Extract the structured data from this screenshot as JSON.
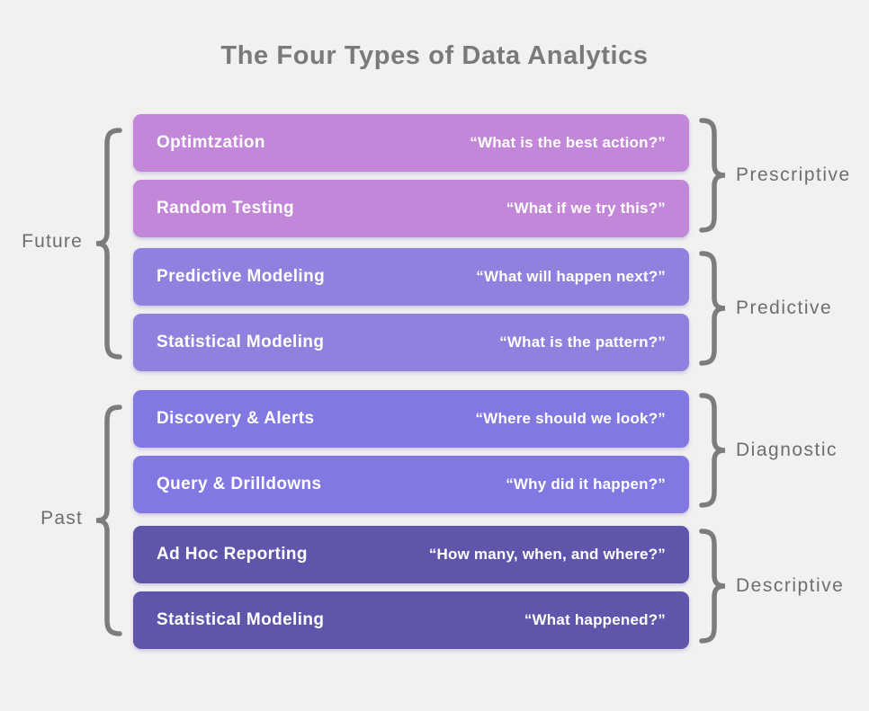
{
  "title": "The Four Types of Data Analytics",
  "colors": {
    "background": "#f2f1f0",
    "title_text": "#7a7a7a",
    "side_label_text": "#6e6e6e",
    "brace": "#7c7c7c",
    "bar_text": "#ffffff",
    "prescriptive_bar": "#c287d8",
    "predictive_bar": "#9181de",
    "diagnostic_bar": "#8278e2",
    "descriptive_bar": "#5f56ac"
  },
  "bars": [
    {
      "label": "Optimtzation",
      "question": "“What is the best action?”",
      "category": "Prescriptive"
    },
    {
      "label": "Random Testing",
      "question": "“What if we try this?”",
      "category": "Prescriptive"
    },
    {
      "label": "Predictive Modeling",
      "question": "“What will happen next?”",
      "category": "Predictive"
    },
    {
      "label": "Statistical Modeling",
      "question": "“What is the pattern?”",
      "category": "Predictive"
    },
    {
      "label": "Discovery & Alerts",
      "question": "“Where should we look?”",
      "category": "Diagnostic"
    },
    {
      "label": "Query & Drilldowns",
      "question": "“Why did it happen?”",
      "category": "Diagnostic"
    },
    {
      "label": "Ad Hoc Reporting",
      "question": "“How many, when, and where?”",
      "category": "Descriptive"
    },
    {
      "label": "Statistical Modeling",
      "question": "“What happened?”",
      "category": "Descriptive"
    }
  ],
  "category_labels": [
    {
      "text": "Prescriptive"
    },
    {
      "text": "Predictive"
    },
    {
      "text": "Diagnostic"
    },
    {
      "text": "Descriptive"
    }
  ],
  "time_labels": [
    {
      "text": "Future"
    },
    {
      "text": "Past"
    }
  ]
}
